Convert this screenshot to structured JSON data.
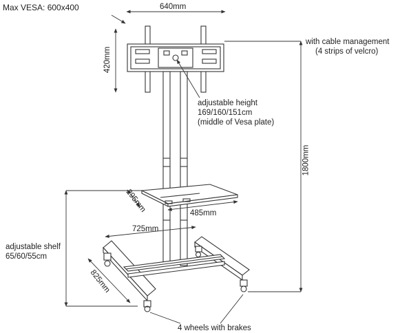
{
  "labels": {
    "max_vesa": "Max VESA: 600x400",
    "width_640": "640mm",
    "height_420": "420mm",
    "cable_line1": "with cable management",
    "cable_line2": "(4 strips of velcro)",
    "adj_height_line1": "adjustable height",
    "adj_height_line2": "169/160/151cm",
    "adj_height_line3": "(middle of Vesa plate)",
    "total_height": "1800mm",
    "shelf_depth": "295mm",
    "shelf_width": "485mm",
    "base_width": "725mm",
    "adj_shelf_line1": "adjustable shelf",
    "adj_shelf_line2": "65/60/55cm",
    "base_depth": "825mm",
    "wheels": "4 wheels with brakes"
  },
  "colors": {
    "line": "#333333",
    "text": "#222222",
    "background": "#ffffff"
  }
}
